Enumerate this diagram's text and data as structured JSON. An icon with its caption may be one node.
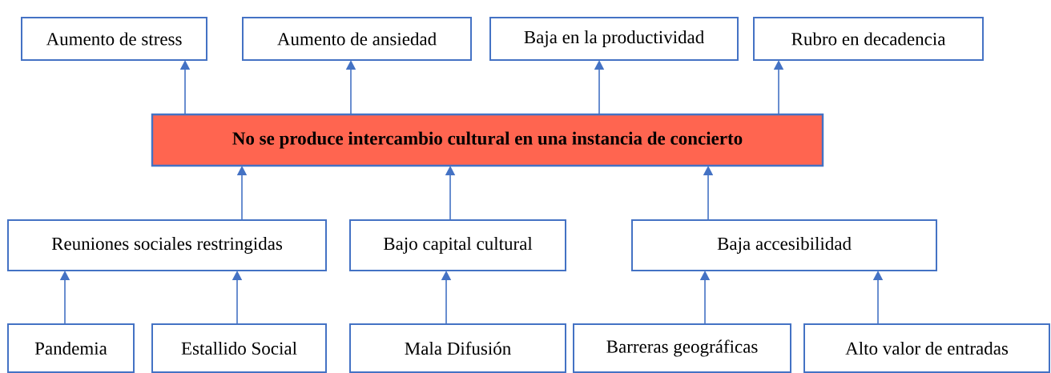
{
  "diagram": {
    "nodes": [
      {
        "text": [
          "Aumento de stress"
        ]
      },
      {
        "text": [
          "Aumento de ansiedad"
        ]
      },
      {
        "text": [
          "Baja en la productividad"
        ]
      },
      {
        "text": [
          "Rubro en decadencia"
        ]
      },
      {
        "text": [
          "No se produce intercambio cultural en una instancia de concierto"
        ]
      },
      {
        "text": [
          "Reuniones sociales restringidas"
        ]
      },
      {
        "text": [
          "Bajo capital cultural"
        ]
      },
      {
        "text": [
          "Baja accesibilidad"
        ]
      },
      {
        "text": [
          "Pandemia"
        ]
      },
      {
        "text": [
          "Estallido Social"
        ]
      },
      {
        "text": [
          "Mala Difusión"
        ]
      },
      {
        "text": [
          "Barreras geográficas"
        ]
      },
      {
        "text": [
          "Alto valor de entradas"
        ]
      }
    ],
    "edges": [
      {
        "from": 4,
        "to": 0,
        "arrow": "to"
      },
      {
        "from": 4,
        "to": 1,
        "arrow": "to"
      },
      {
        "from": 4,
        "to": 2,
        "arrow": "to"
      },
      {
        "from": 4,
        "to": 3,
        "arrow": "to"
      },
      {
        "from": 5,
        "to": 4,
        "arrow": "to"
      },
      {
        "from": 6,
        "to": 4,
        "arrow": "to"
      },
      {
        "from": 7,
        "to": 4,
        "arrow": "to"
      },
      {
        "from": 8,
        "to": 5,
        "arrow": "to"
      },
      {
        "from": 9,
        "to": 5,
        "arrow": "to"
      },
      {
        "from": 10,
        "to": 6,
        "arrow": "to"
      },
      {
        "from": 11,
        "to": 7,
        "arrow": "to"
      },
      {
        "from": 12,
        "to": 7,
        "arrow": "to"
      }
    ]
  }
}
